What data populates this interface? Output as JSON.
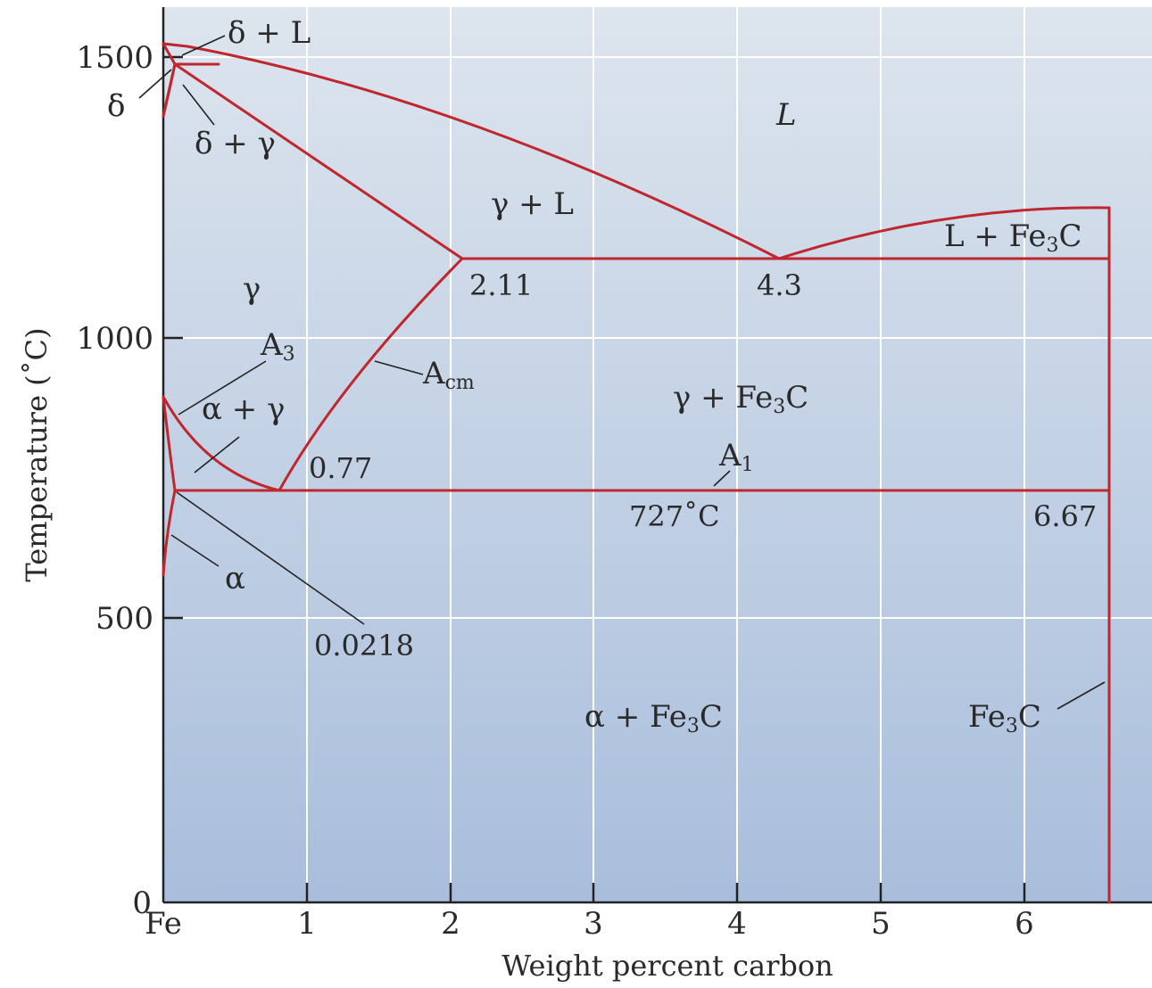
{
  "axes": {
    "xlabel": "Weight percent carbon",
    "ylabel": "Temperature (˚C)",
    "x_ticks": [
      "Fe",
      "1",
      "2",
      "3",
      "4",
      "5",
      "6"
    ],
    "y_ticks": [
      "0",
      "500",
      "1000",
      "1500"
    ],
    "xlim": [
      0,
      6.9
    ],
    "ylim": [
      0,
      1580
    ]
  },
  "regions": {
    "L": "L",
    "gamma_L": "γ + L",
    "L_Fe3C_main": "L + Fe",
    "L_Fe3C_end": "C",
    "gamma": "γ",
    "gamma_Fe3C_main": "γ + Fe",
    "gamma_Fe3C_end": "C",
    "alpha_gamma": "α + γ",
    "alpha": "α",
    "alpha_Fe3C_main": "α + Fe",
    "alpha_Fe3C_end": "C",
    "delta": "δ",
    "delta_L": "δ + L",
    "delta_gamma": "δ + γ",
    "Fe3C_main": "Fe",
    "Fe3C_end": "C",
    "subscript_3": "3"
  },
  "lines": {
    "A3_main": "A",
    "A3_sub": "3",
    "Acm_main": "A",
    "Acm_sub": "cm",
    "A1_main": "A",
    "A1_sub": "1"
  },
  "points": {
    "p211": "2.11",
    "p43": "4.3",
    "p077": "0.77",
    "p0218": "0.0218",
    "p667": "6.67",
    "eutectoid_temp": "727˚C"
  },
  "colors": {
    "phase_line": "#c0262d",
    "grid": "#ffffff",
    "bg_top": "#dde5ee",
    "bg_bottom": "#a9bedc"
  }
}
